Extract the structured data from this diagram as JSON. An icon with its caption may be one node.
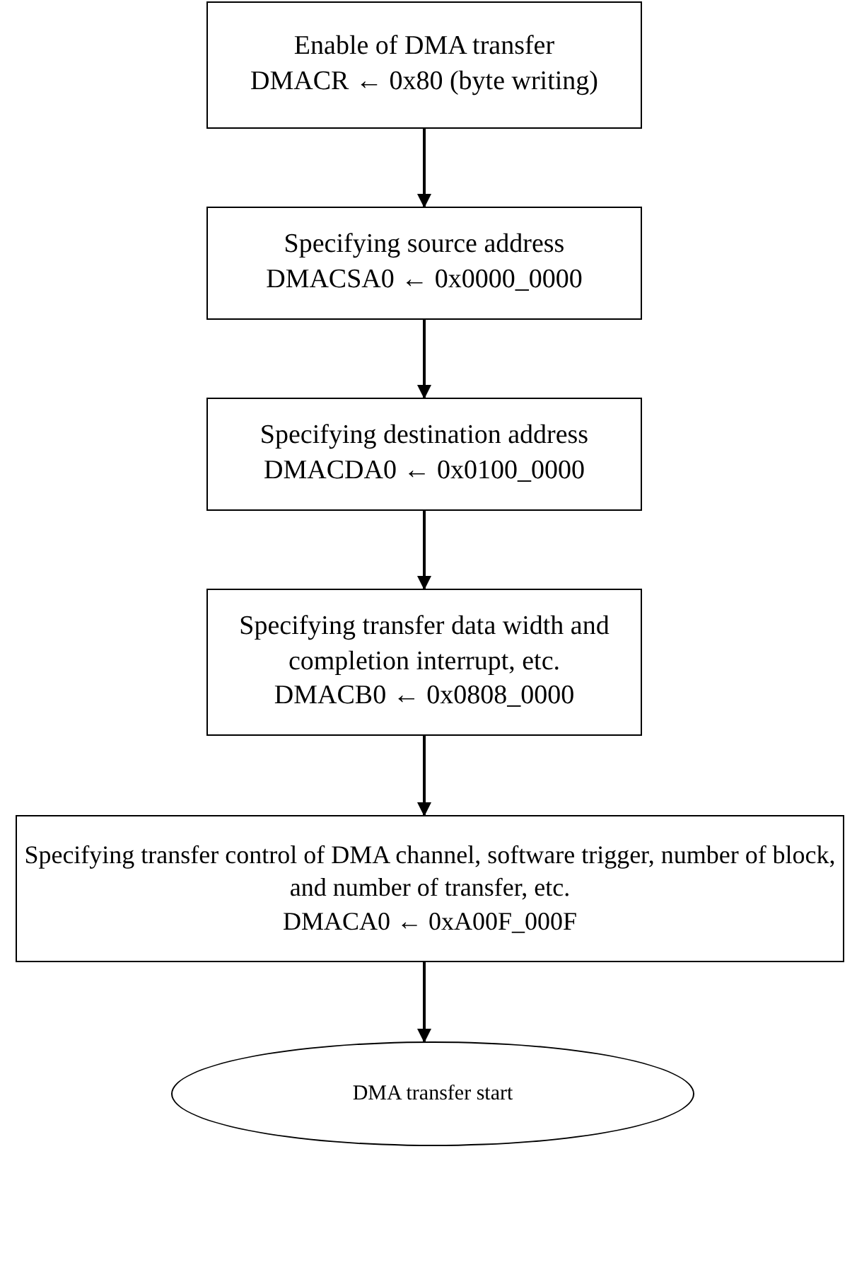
{
  "diagram": {
    "nodes": [
      {
        "text": [
          "Enable of DMA transfer",
          "DMACR ← 0x80 (byte writing)"
        ]
      },
      {
        "text": [
          "Specifying source address",
          "DMACSA0 ← 0x0000_0000"
        ]
      },
      {
        "text": [
          "Specifying destination address",
          "DMACDA0 ← 0x0100_0000"
        ]
      },
      {
        "text": [
          "Specifying transfer data width and completion interrupt, etc.",
          "DMACB0 ← 0x0808_0000"
        ]
      },
      {
        "text": [
          "Specifying transfer control of DMA channel, software trigger, number of block, and number of transfer, etc.",
          "DMACA0 ← 0xA00F_000F"
        ]
      },
      {
        "text": [
          "DMA transfer start"
        ]
      }
    ],
    "edges": [
      {
        "from": 0,
        "to": 1,
        "arrow": "to"
      },
      {
        "from": 1,
        "to": 2,
        "arrow": "to"
      },
      {
        "from": 2,
        "to": 3,
        "arrow": "to"
      },
      {
        "from": 3,
        "to": 4,
        "arrow": "to"
      },
      {
        "from": 4,
        "to": 5,
        "arrow": "to"
      }
    ]
  }
}
